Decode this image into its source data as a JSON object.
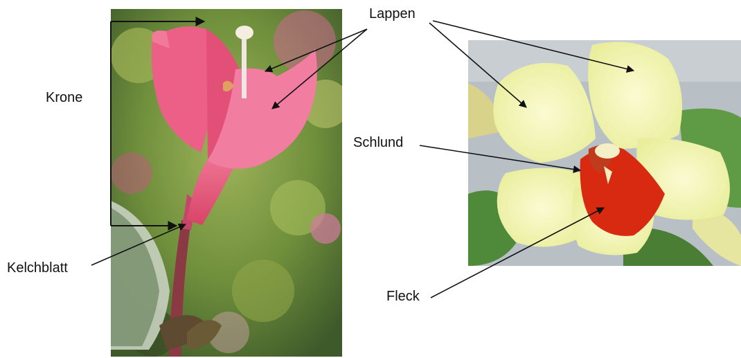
{
  "labels": {
    "krone": "Krone",
    "lappen": "Lappen",
    "schlund": "Schlund",
    "kelchblatt": "Kelchblatt",
    "fleck": "Fleck"
  },
  "colors": {
    "pink_flower": "#e8557a",
    "yellow_flower": "#eef2a8",
    "red_spot": "#d82a10",
    "leaf_green": "#4f8a3a",
    "sky": "#b8c0c6",
    "arrow": "#111111"
  }
}
